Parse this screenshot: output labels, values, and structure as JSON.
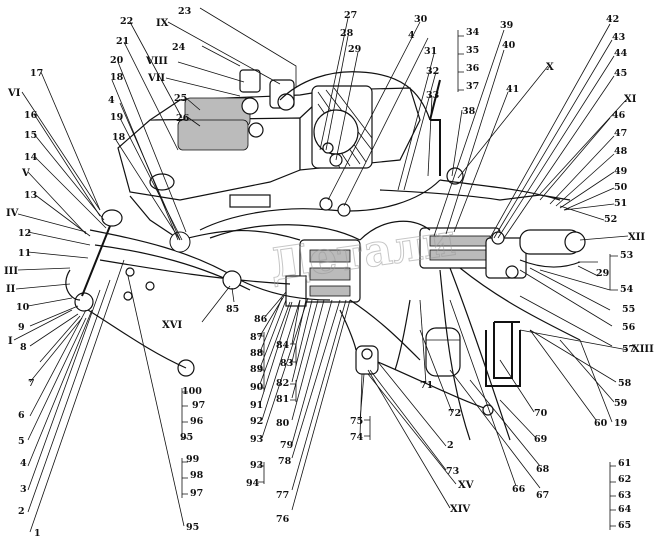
{
  "figure": {
    "background": "#ffffff",
    "ink": "#111111",
    "numbered_callouts": [
      "1",
      "2",
      "3",
      "4",
      "5",
      "6",
      "7",
      "8",
      "9",
      "10",
      "11",
      "12",
      "13",
      "14",
      "15",
      "16",
      "17",
      "18",
      "19",
      "20",
      "21",
      "22",
      "23",
      "24",
      "25",
      "26",
      "27",
      "28",
      "29",
      "30",
      "31",
      "32",
      "33",
      "34",
      "35",
      "36",
      "37",
      "38",
      "39",
      "40",
      "41",
      "42",
      "43",
      "44",
      "45",
      "46",
      "47",
      "48",
      "49",
      "50",
      "51",
      "52",
      "53",
      "54",
      "55",
      "56",
      "57",
      "58",
      "59",
      "60",
      "61",
      "62",
      "63",
      "64",
      "65",
      "66",
      "67",
      "68",
      "69",
      "70",
      "71",
      "72",
      "73",
      "74",
      "75",
      "76",
      "77",
      "78",
      "79",
      "80",
      "81",
      "82",
      "83",
      "84",
      "85",
      "86",
      "87",
      "88",
      "89",
      "90",
      "91",
      "92",
      "93",
      "94",
      "95",
      "96",
      "97",
      "98",
      "99",
      "100"
    ],
    "roman_callouts": [
      "I",
      "II",
      "III",
      "IV",
      "V",
      "VI",
      "VII",
      "VIII",
      "IX",
      "X",
      "XI",
      "XII",
      "XIII",
      "XIV",
      "XV",
      "XVI"
    ],
    "watermark_text": "Детали"
  }
}
